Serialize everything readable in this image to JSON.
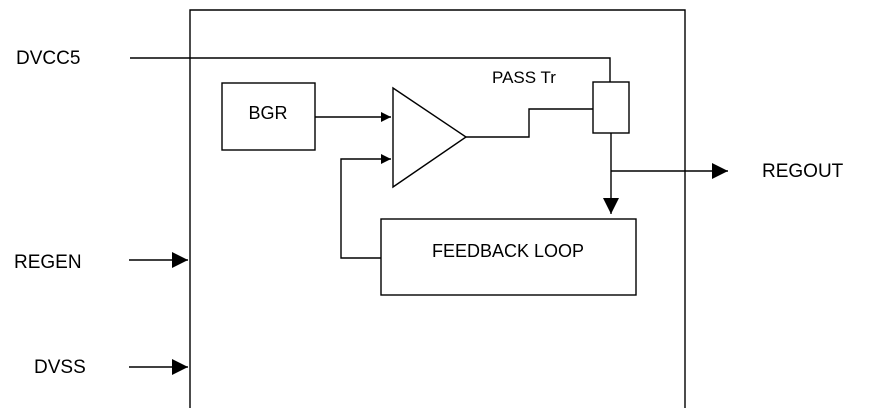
{
  "diagram": {
    "pins": {
      "dvcc5": "DVCC5",
      "regen": "REGEN",
      "dvss": "DVSS",
      "regout": "REGOUT"
    },
    "blocks": {
      "bgr": "BGR",
      "pass_tr": "PASS Tr",
      "feedback_loop": "FEEDBACK LOOP"
    }
  }
}
